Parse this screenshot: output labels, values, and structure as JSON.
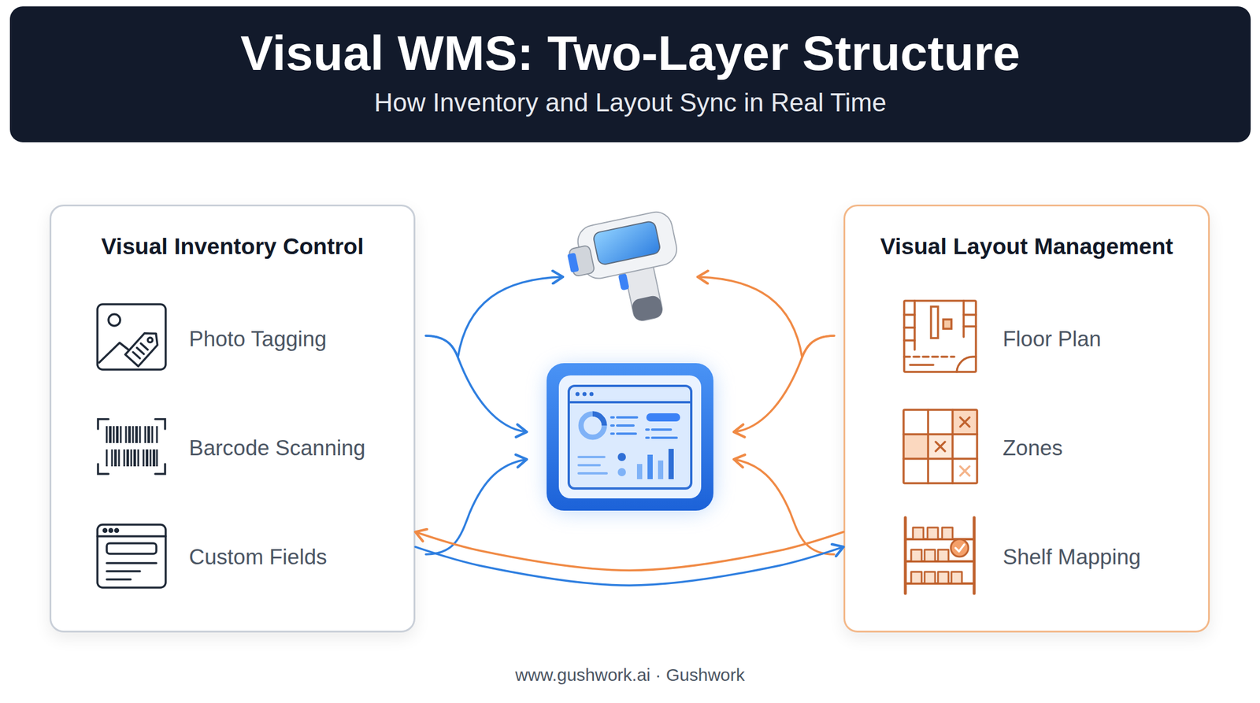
{
  "diagram": {
    "title": "Visual WMS: Two-Layer Structure",
    "caption": "www.gushwork.ai · Gushwork",
    "nodes": [
      {
        "text": [
          "Visual Inventory Control",
          "Photo Tagging",
          "Barcode Scanning",
          "Custom Fields"
        ]
      },
      {
        "text": [
          "Visual Layout Management",
          "Floor Plan",
          "Zones",
          "Shelf Mapping"
        ]
      }
    ],
    "edges": [
      {
        "from": 0,
        "to": 1,
        "arrow": "to"
      },
      {
        "from": 1,
        "to": 0,
        "arrow": "to"
      }
    ],
    "labels": [
      "How Inventory and Layout Sync in Real Time"
    ]
  }
}
